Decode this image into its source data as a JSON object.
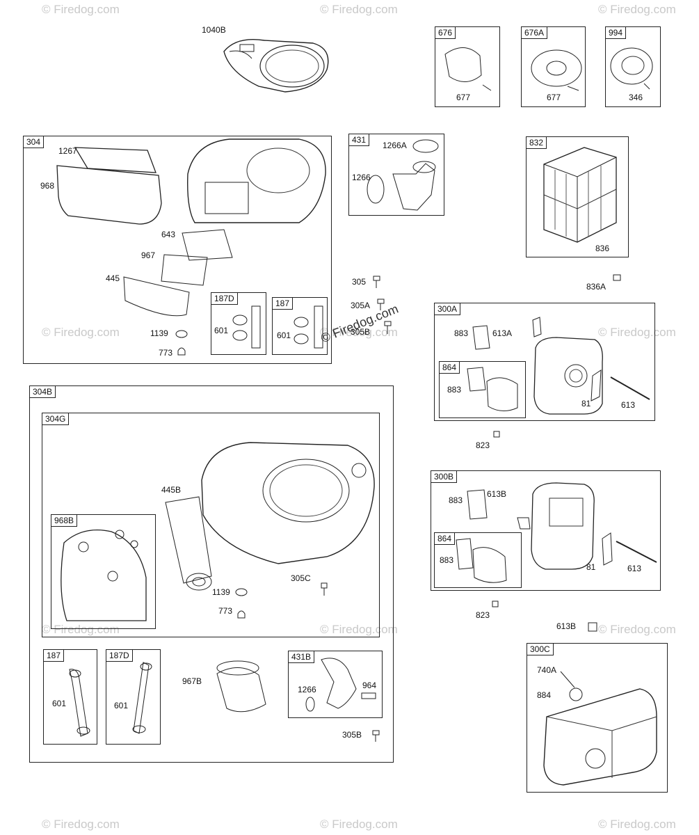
{
  "watermarks": [
    "© Firedog.com",
    "© Firedog.com",
    "© Firedog.com",
    "© Firedog.com",
    "© Firedog.com",
    "© Firedog.com",
    "© Firedog.com",
    "© Firedog.com",
    "© Firedog.com",
    "© Firedog.com",
    "© Firedog.com",
    "© Firedog.com"
  ],
  "center_watermark": "© Firedog.com",
  "groups": {
    "g304": "304",
    "g187D_top": "187D",
    "g187_top": "187",
    "g304B": "304B",
    "g304G": "304G",
    "g968B": "968B",
    "g187_bot": "187",
    "g187D_bot": "187D",
    "g431B": "431B",
    "g676": "676",
    "g676A": "676A",
    "g994": "994",
    "g431": "431",
    "g832": "832",
    "g300A": "300A",
    "g864a": "864",
    "g300B": "300B",
    "g864b": "864",
    "g300C": "300C"
  },
  "labels": {
    "p1040B": "1040B",
    "p1267": "1267",
    "p968": "968",
    "p643": "643",
    "p967": "967",
    "p445": "445",
    "p1139a": "1139",
    "p773a": "773",
    "p601a": "601",
    "p601b": "601",
    "p677a": "677",
    "p677b": "677",
    "p346": "346",
    "p1266A": "1266A",
    "p1266a": "1266",
    "p836": "836",
    "p836A": "836A",
    "p305": "305",
    "p305A": "305A",
    "p305Ba": "305B",
    "p883a": "883",
    "p613A": "613A",
    "p883b": "883",
    "p81a": "81",
    "p613a": "613",
    "p823a": "823",
    "p883c": "883",
    "p613Ba": "613B",
    "p883d": "883",
    "p81b": "81",
    "p613b": "613",
    "p823b": "823",
    "p613Bb": "613B",
    "p740A": "740A",
    "p884": "884",
    "p445B": "445B",
    "p305C": "305C",
    "p1139b": "1139",
    "p773b": "773",
    "p601c": "601",
    "p601d": "601",
    "p967B": "967B",
    "p1266b": "1266",
    "p964": "964",
    "p305Bb": "305B"
  }
}
